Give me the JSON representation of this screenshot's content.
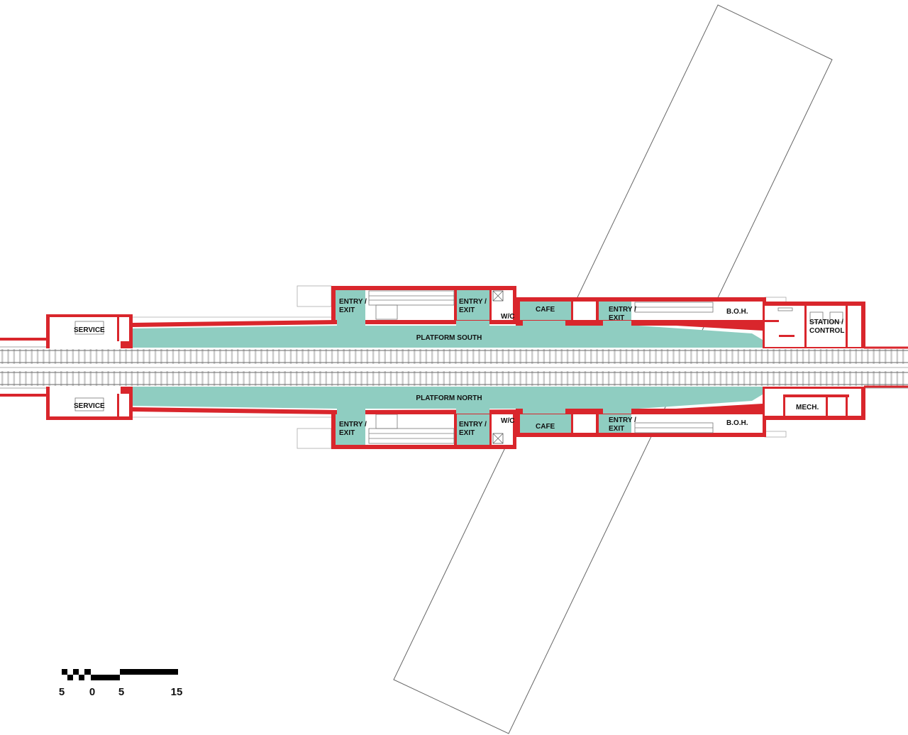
{
  "colors": {
    "wall": "#d9262c",
    "public_area": "#8fcdc1",
    "outline": "#777777"
  },
  "labels": {
    "platform_south": "PLATFORM SOUTH",
    "platform_north": "PLATFORM NORTH",
    "entry_line1": "ENTRY /",
    "entry_line2": "EXIT",
    "wc": "W/C",
    "cafe": "CAFE",
    "boh": "B.O.H.",
    "station_line1": "STATION /",
    "station_line2": "CONTROL",
    "mech": "MECH.",
    "service": "SERVICE"
  },
  "scale_bar": {
    "ticks": [
      "5",
      "0",
      "5",
      "15"
    ]
  }
}
